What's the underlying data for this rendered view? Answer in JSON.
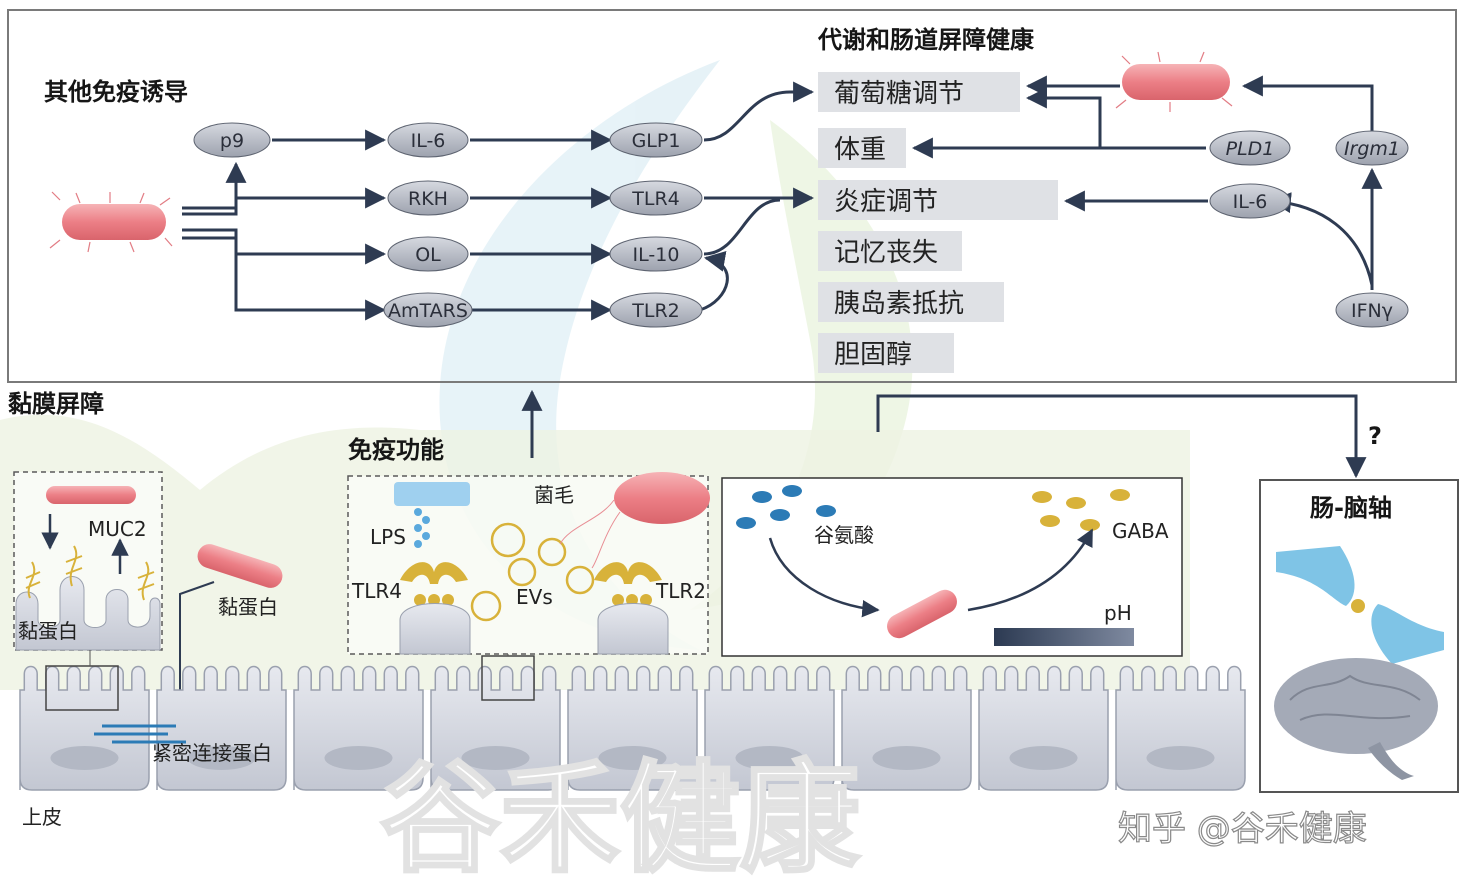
{
  "titles": {
    "immune_induction": "其他免疫诱导",
    "metabolism": "代谢和肠道屏障健康",
    "mucosal": "黏膜屏障",
    "immune_function": "免疫功能",
    "gut_brain": "肠-脑轴"
  },
  "pathway_nodes": {
    "p9": "p9",
    "il6_a": "IL-6",
    "glp1": "GLP1",
    "rkh": "RKH",
    "tlr4": "TLR4",
    "ol": "OL",
    "il10": "IL-10",
    "amtars": "AmTARS",
    "tlr2": "TLR2",
    "pld1": "PLD1",
    "irgm1": "Irgm1",
    "il6_b": "IL-6",
    "ifng": "IFNγ"
  },
  "outcomes": [
    "葡萄糖调节",
    "体重",
    "炎症调节",
    "记忆丧失",
    "胰岛素抵抗",
    "胆固醇"
  ],
  "mucosal": {
    "muc2": "MUC2",
    "mucin_1": "黏蛋白",
    "mucin_2": "黏蛋白",
    "tight_junction": "紧密连接蛋白",
    "epithelium": "上皮"
  },
  "immune": {
    "pili": "菌毛",
    "lps": "LPS",
    "tlr4": "TLR4",
    "evs": "EVs",
    "tlr2": "TLR2"
  },
  "metab": {
    "glutamate": "谷氨酸",
    "gaba": "GABA",
    "ph": "pH"
  },
  "question": "?",
  "watermark": "谷禾健康",
  "credit": "知乎 @谷禾健康",
  "colors": {
    "bacteria": "#ef8a8f",
    "node": "#b7bbc6",
    "arrow": "#2e3b52",
    "outcome_bg": "#dfe1e5",
    "gold": "#d8b23a",
    "blue": "#2c7bb6",
    "cell": "#c9ccd6"
  }
}
